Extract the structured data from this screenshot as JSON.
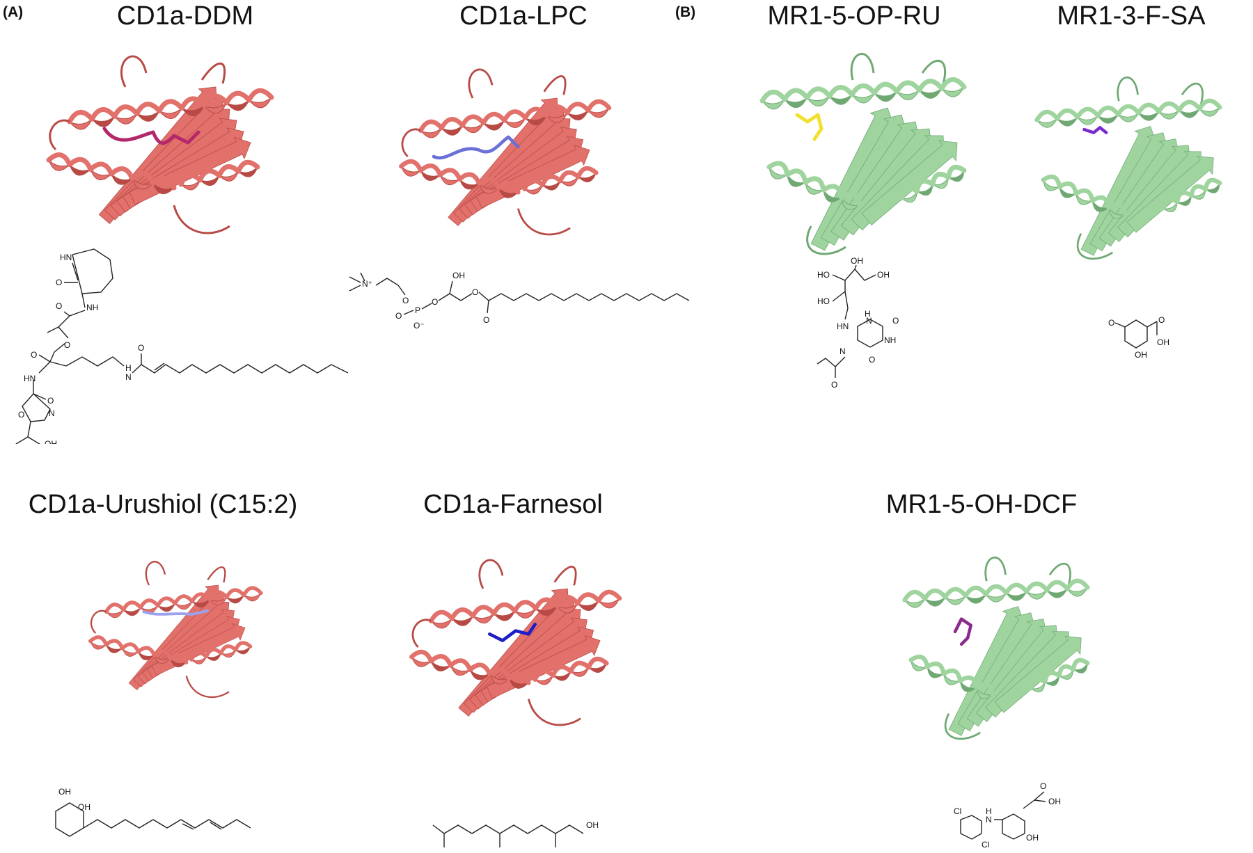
{
  "panels": {
    "a": "(A)",
    "b": "(B)"
  },
  "titles": {
    "cd1a_ddm": "CD1a-DDM",
    "cd1a_lpc": "CD1a-LPC",
    "mr1_5_op_ru": "MR1-5-OP-RU",
    "mr1_3_f_sa": "MR1-3-F-SA",
    "cd1a_urushiol": "CD1a-Urushiol (C15:2)",
    "cd1a_farnesol": "CD1a-Farnesol",
    "mr1_5_oh_dcf": "MR1-5-OH-DCF"
  },
  "atoms": {
    "hn": "HN",
    "o": "O",
    "nh": "NH",
    "h": "H",
    "n": "N",
    "oh": "OH",
    "ho": "HO",
    "cl": "Cl",
    "p": "P",
    "nplus": "N⁺",
    "ominus": "O⁻"
  },
  "colors": {
    "cd1a_protein": "#e2706b",
    "cd1a_protein_dark": "#b84a46",
    "mr1_protein": "#9fd49f",
    "mr1_protein_dark": "#6fa873",
    "ligand_ddm": "#b3286a",
    "ligand_lpc": "#6b6fd8",
    "ligand_5opru": "#f2e030",
    "ligand_3fsa": "#7a2bd0",
    "ligand_urushiol": "#9aa2ee",
    "ligand_farnesol": "#1e1ec8",
    "ligand_dcf": "#8a2a8a"
  }
}
